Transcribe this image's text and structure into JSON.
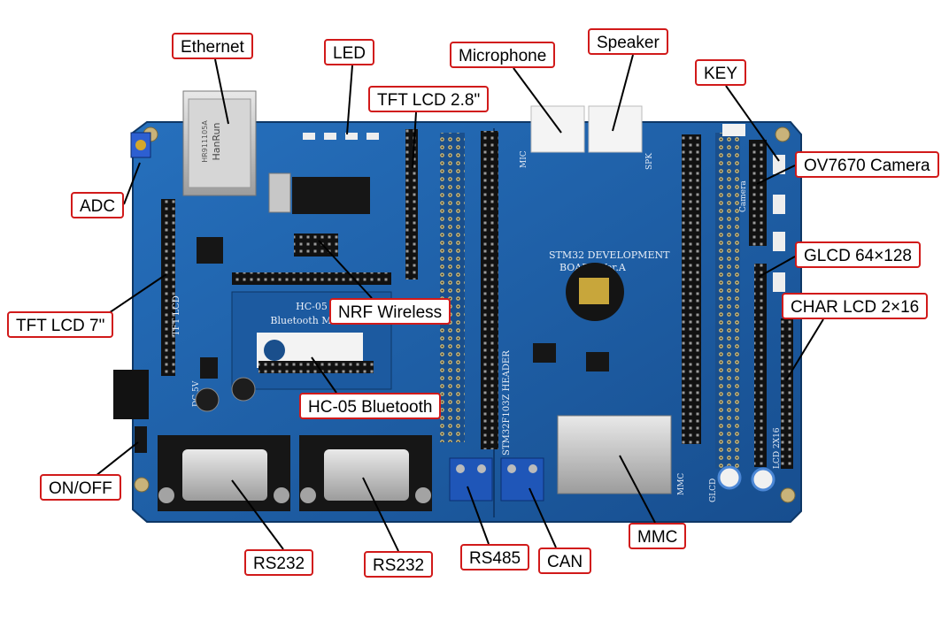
{
  "photo": {
    "silkscreen": {
      "board_title_line1": "STM32 DEVELOPMENT",
      "board_title_line2": "BOARD Ver.A",
      "header_label": "STM32F103Z HEADER",
      "tft_label": "TFT LCD",
      "bt_module_line1": "HC-05",
      "bt_module_line2": "Bluetooth M",
      "ethernet_jack": "HanRun",
      "ethernet_part": "HR911105A",
      "camera_label": "Camera",
      "glcd_label": "GLCD",
      "lcd2x16_label": "LCD 2X16",
      "dc_label": "DC 5V",
      "mic_label": "MIC",
      "spk_label": "SPK",
      "mmc_label": "MMC"
    },
    "colors": {
      "background": "#ffffff",
      "pcb": "#1e5fa8",
      "callout_border": "#d11a1a"
    }
  },
  "callouts": {
    "ethernet": "Ethernet",
    "led": "LED",
    "tft28": "TFT LCD 2.8\"",
    "microphone": "Microphone",
    "speaker": "Speaker",
    "key": "KEY",
    "ov7670": "OV7670 Camera",
    "glcd": "GLCD 64×128",
    "charlcd": "CHAR LCD 2×16",
    "adc": "ADC",
    "tft7": "TFT LCD 7\"",
    "nrf": "NRF Wireless",
    "hc05": "HC-05 Bluetooth",
    "onoff": "ON/OFF",
    "rs232_a": "RS232",
    "rs232_b": "RS232",
    "rs485": "RS485",
    "can": "CAN",
    "mmc": "MMC"
  }
}
